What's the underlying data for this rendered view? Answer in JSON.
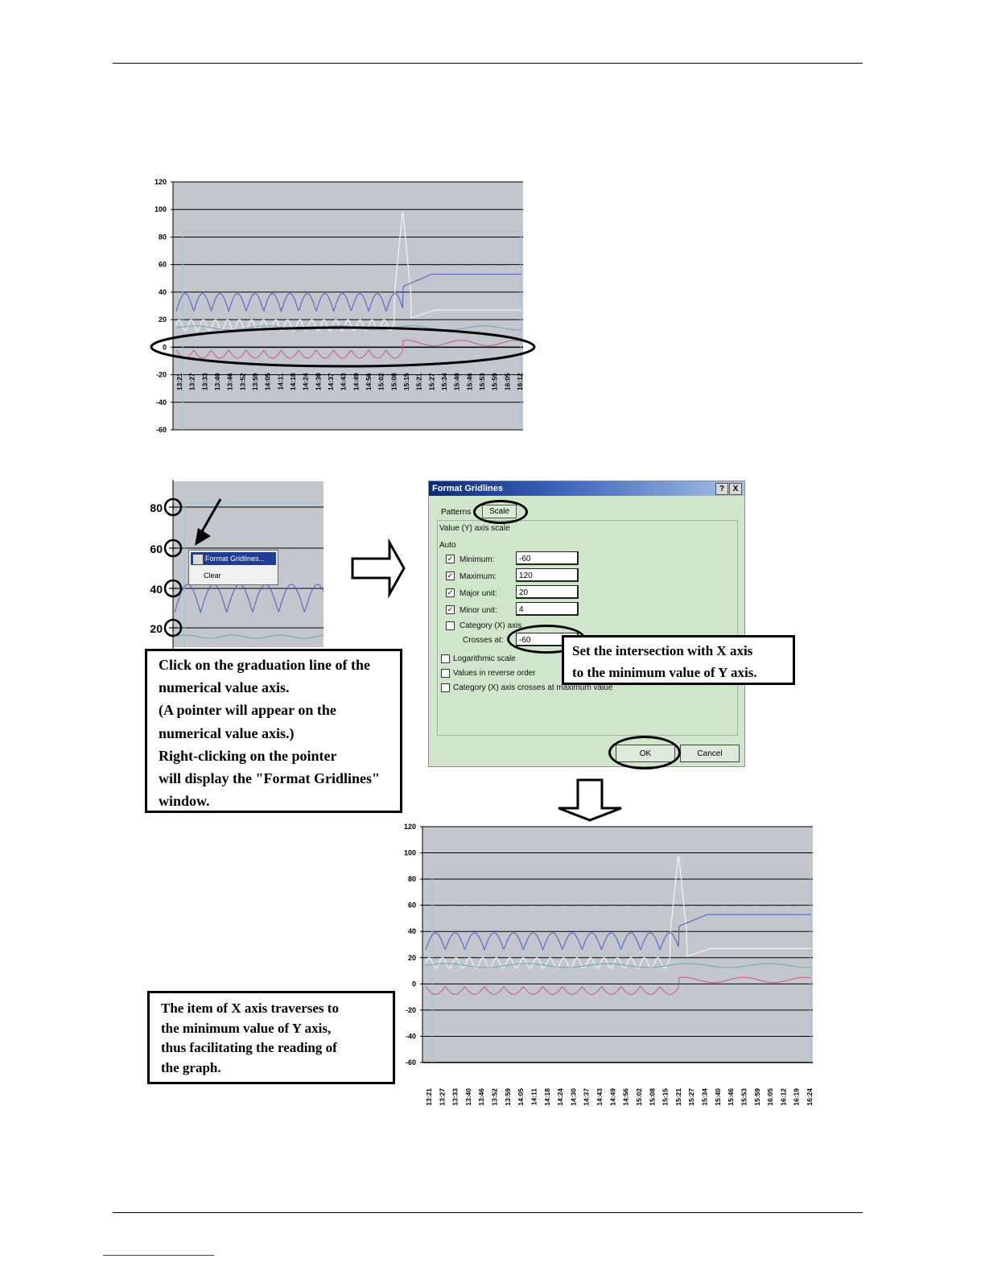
{
  "chart_top": {
    "ylim": [
      -60,
      120
    ],
    "yticks": [
      "120",
      "100",
      "80",
      "60",
      "40",
      "20",
      "0",
      "-20",
      "-40",
      "-60"
    ],
    "xticks": [
      "13:21",
      "13:27",
      "13:33",
      "13:40",
      "13:46",
      "13:52",
      "13:59",
      "14:05",
      "14:11",
      "14:18",
      "14:24",
      "14:30",
      "14:37",
      "14:43",
      "14:49",
      "14:56",
      "15:02",
      "15:08",
      "15:15",
      "15:21",
      "15:27",
      "15:34",
      "15:40",
      "15:46",
      "15:53",
      "15:59",
      "16:05",
      "16:12"
    ]
  },
  "chart_crop": {
    "yticks": [
      "80",
      "60",
      "40",
      "20"
    ]
  },
  "context_menu": {
    "item_format": "Format Gridlines...",
    "item_clear": "Clear"
  },
  "dialog": {
    "title": "Format Gridlines",
    "help": "?",
    "close": "X",
    "tab_patterns": "Patterns",
    "tab_scale": "Scale",
    "section": "Value (Y) axis scale",
    "auto": "Auto",
    "minimum_label": "Minimum:",
    "minimum_value": "-60",
    "maximum_label": "Maximum:",
    "maximum_value": "120",
    "major_label": "Major unit:",
    "major_value": "20",
    "minor_label": "Minor unit:",
    "minor_value": "4",
    "category_label": "Category (X) axis",
    "crosses_label": "Crosses at:",
    "crosses_value": "-60",
    "log_label": "Logarithmic scale",
    "reverse_label": "Values in reverse order",
    "crossmax_label": "Category (X) axis crosses at maximum value",
    "ok": "OK",
    "cancel": "Cancel"
  },
  "callout_intersection": [
    "Set the intersection with X axis",
    "to the minimum value of Y axis."
  ],
  "callout_click": [
    "Click on the graduation line of the",
    "numerical value axis.",
    "(A pointer will appear on the",
    "numerical value axis.)",
    "Right-clicking on the pointer",
    "will display the \"Format Gridlines\"",
    "window."
  ],
  "callout_result": [
    "The item of X axis traverses to",
    "the minimum value of Y axis,",
    "thus facilitating the reading of",
    "the graph."
  ],
  "chart_bottom": {
    "ylim": [
      -60,
      120
    ],
    "yticks": [
      "120",
      "100",
      "80",
      "60",
      "40",
      "20",
      "0",
      "-20",
      "-40",
      "-60"
    ],
    "xticks": [
      "13:21",
      "13:27",
      "13:33",
      "13:40",
      "13:46",
      "13:52",
      "13:59",
      "14:05",
      "14:11",
      "14:18",
      "14:24",
      "14:30",
      "14:37",
      "14:43",
      "14:49",
      "14:56",
      "15:02",
      "15:08",
      "15:15",
      "15:21",
      "15:27",
      "15:34",
      "15:40",
      "15:46",
      "15:53",
      "15:59",
      "16:05",
      "16:12",
      "16:19",
      "16:24"
    ]
  },
  "colors": {
    "plot_bg": "#c3c6cc",
    "grid": "#000000",
    "series_blue": "#4a57c8",
    "series_red": "#c4587a",
    "series_white": "#f4f4f4",
    "series_cyan": "#8ecad8",
    "series_teal": "#5fa9b6"
  }
}
